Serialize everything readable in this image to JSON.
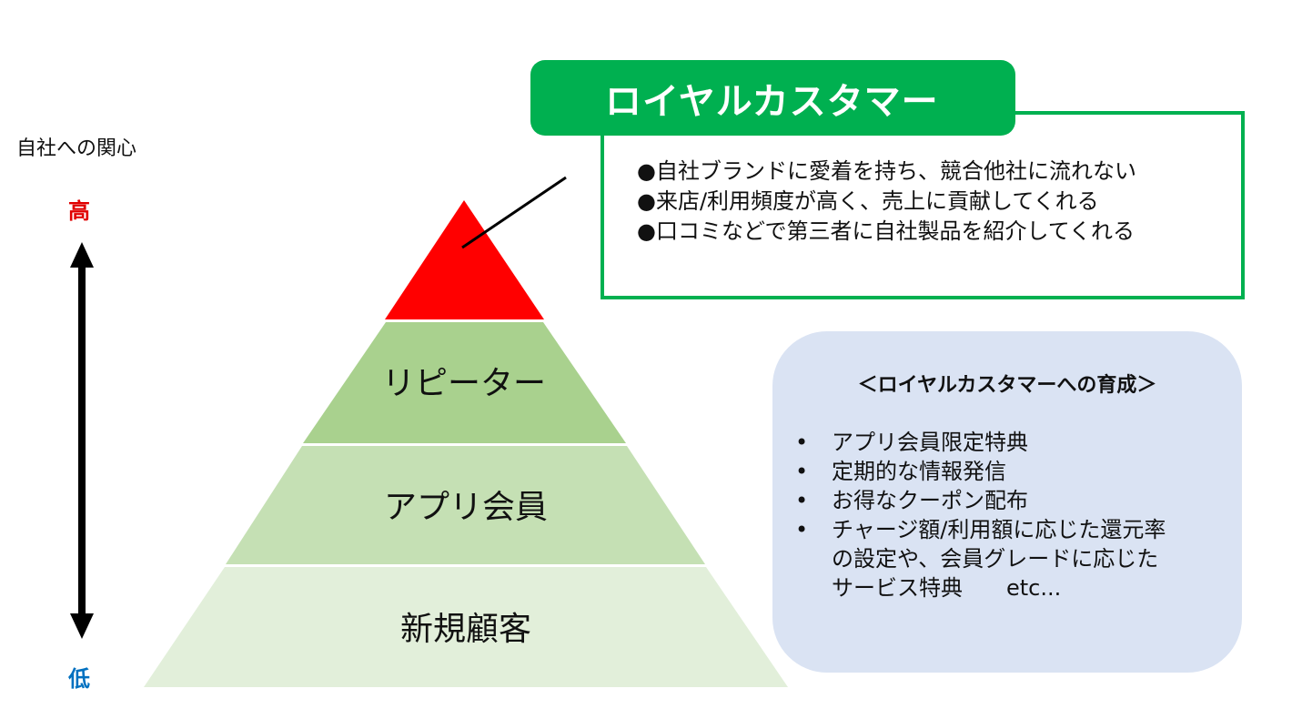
{
  "axis": {
    "title": "自社への関心",
    "high": "高",
    "low": "低"
  },
  "pyramid": {
    "tiers": [
      {
        "label": "",
        "color": "#ff0000"
      },
      {
        "label": "リピーター",
        "color": "#a9d18e"
      },
      {
        "label": "アプリ会員",
        "color": "#c5e0b4"
      },
      {
        "label": "新規顧客",
        "color": "#e2efda"
      }
    ]
  },
  "loyal": {
    "title": "ロイヤルカスタマー",
    "bullet": "●",
    "items": [
      "自社ブランドに愛着を持ち、競合他社に流れない",
      "来店/利用頻度が高く、売上に貢献してくれる",
      "口コミなどで第三者に自社製品を紹介してくれる"
    ],
    "accent": "#00b050"
  },
  "nurture": {
    "title": "＜ロイヤルカスタマーへの育成＞",
    "bullet": "•",
    "items": [
      "アプリ会員限定特典",
      "定期的な情報発信",
      "お得なクーポン配布"
    ],
    "last_item_lines": [
      "チャージ額/利用額に応じた還元率",
      "の設定や、会員グレードに応じた",
      "サービス特典　　etc..."
    ]
  }
}
